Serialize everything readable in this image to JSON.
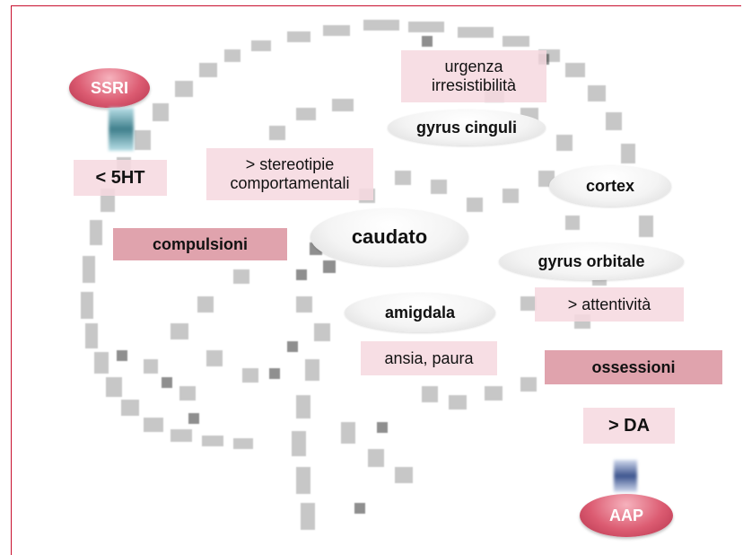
{
  "labels": {
    "ssri": "SSRI",
    "aap": "AAP",
    "five_ht": "< 5HT",
    "da": "> DA",
    "compulsioni": "compulsioni",
    "ossessioni": "ossessioni",
    "stereotipie_line1": "> stereotipie",
    "stereotipie_line2": "comportamentali",
    "urgenza_line1": "urgenza",
    "urgenza_line2": "irresistibilità",
    "attentivita": "> attentività",
    "ansia": "ansia, paura",
    "gyrus_cinguli": "gyrus cinguli",
    "cortex": "cortex",
    "caudato": "caudato",
    "gyrus_orbitale": "gyrus orbitale",
    "amigdala": "amigdala"
  },
  "colors": {
    "frame": "#c8102e",
    "pill": "#dc5c72",
    "box_light": "#f6dae0",
    "box_strong": "#e0a3ad"
  }
}
